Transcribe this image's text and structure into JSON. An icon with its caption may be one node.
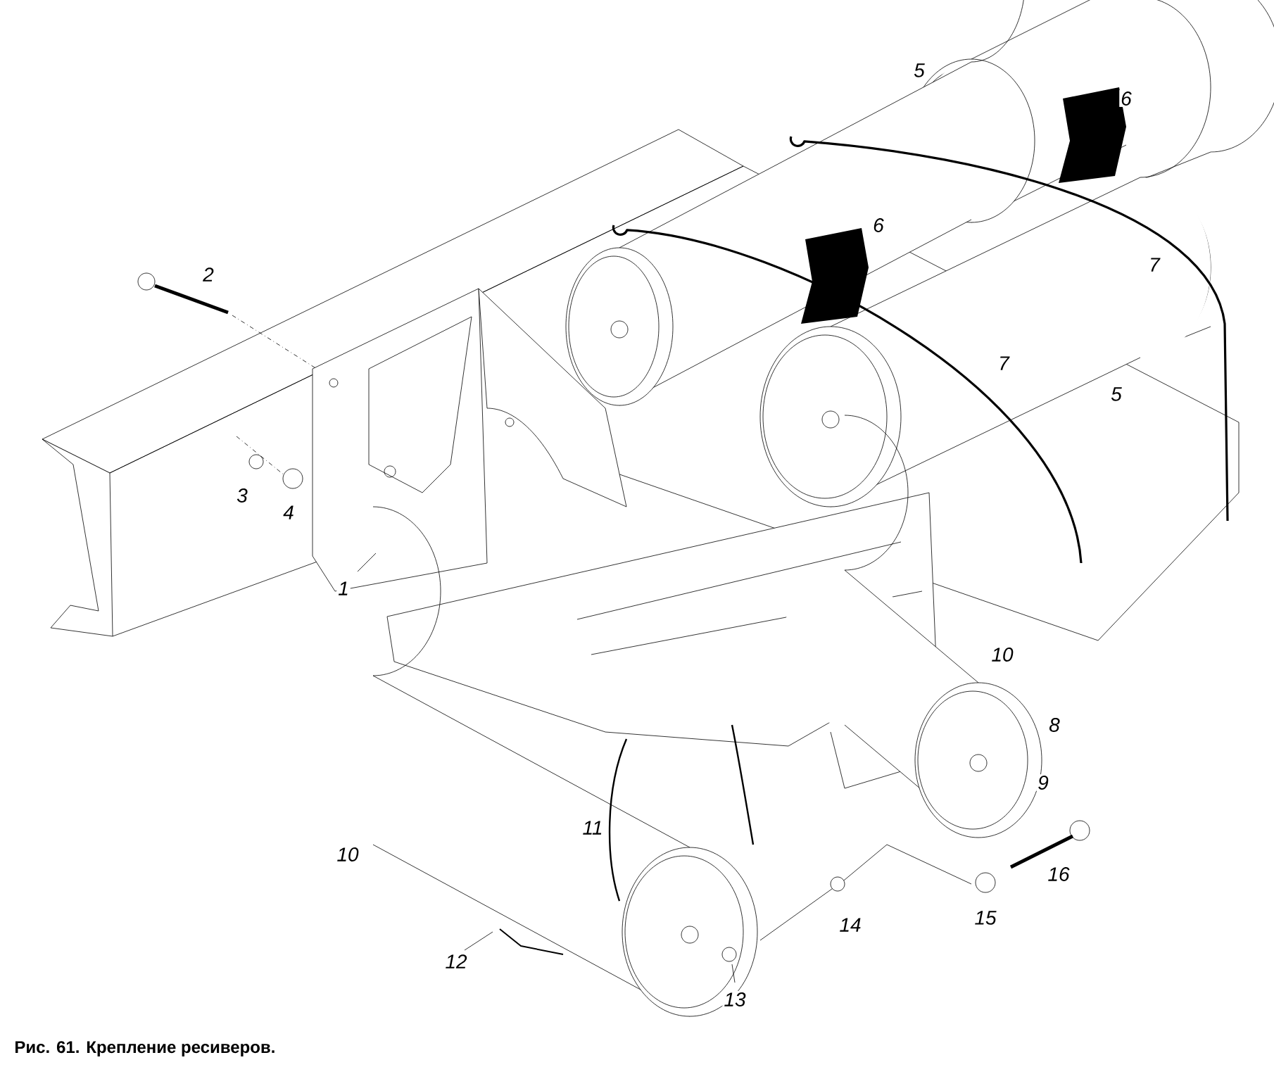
{
  "diagram": {
    "caption": "Рис. 61. Крепление ресиверов.",
    "labels": [
      "5",
      "6",
      "6",
      "7",
      "2",
      "7",
      "5",
      "3",
      "4",
      "1",
      "10",
      "8",
      "9",
      "11",
      "10",
      "16",
      "15",
      "14",
      "12",
      "13"
    ]
  }
}
